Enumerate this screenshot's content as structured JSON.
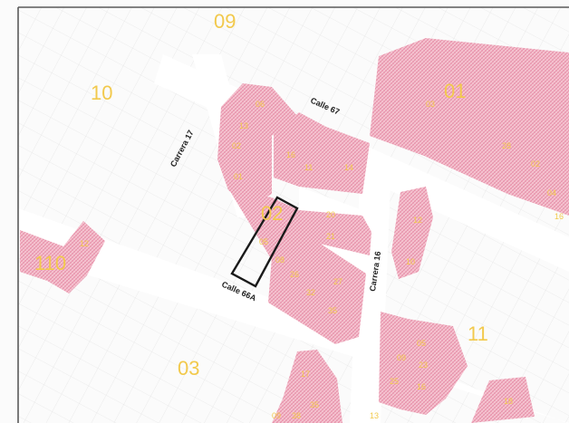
{
  "colors": {
    "paper": "#fbfbfb",
    "frame": "#5a5a5a",
    "road": "#ffffff",
    "parcel_fill": "#f4c2cf",
    "parcel_hatch": "#e07a98",
    "lot_line": "#c9c9c9",
    "label_yellow": "#f2c94c",
    "highlight_outline": "#1a1a1a",
    "street_text": "#222222"
  },
  "streets": {
    "calle_67": "Calle 67",
    "carrera_17": "Carrera 17",
    "carrera_16": "Carrera 16",
    "calle_66a": "Calle 66A"
  },
  "zones": {
    "z09": "09",
    "z10": "10",
    "z01": "01",
    "z02": "02",
    "z11": "11",
    "z03": "03",
    "z110": "110"
  },
  "lots": {
    "l01": "06",
    "l02": "13",
    "l03": "02",
    "l04": "01",
    "l05": "16",
    "l06": "11",
    "l07": "14",
    "l08": "20",
    "l09": "21",
    "l10": "05",
    "l11": "08",
    "l12": "26",
    "l13": "32",
    "l14": "27",
    "l15": "35",
    "l16": "12",
    "l17": "10",
    "l18": "03",
    "l19": "28",
    "l20": "02",
    "l21": "04",
    "l22": "16",
    "l23": "12",
    "l24": "05",
    "l25": "09",
    "l26": "23",
    "l27": "25",
    "l28": "16",
    "l29": "17",
    "l30": "35",
    "l31": "09",
    "l32": "18",
    "l33": "38",
    "l34": "13"
  }
}
